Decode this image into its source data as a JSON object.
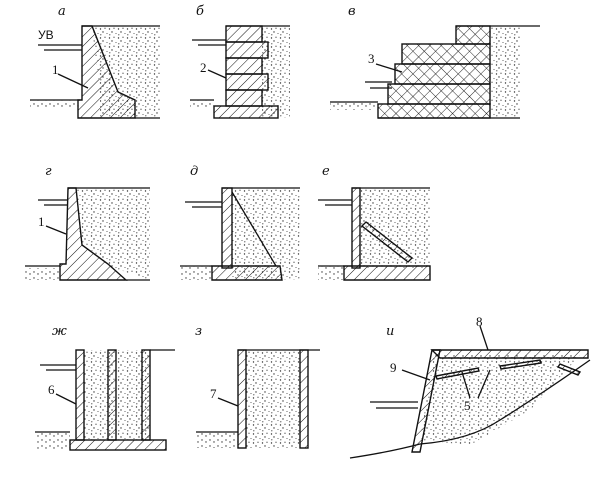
{
  "panels": {
    "a": {
      "letter": "а",
      "water_label": "УВ",
      "callouts": [
        "1"
      ]
    },
    "b": {
      "letter": "б",
      "callouts": [
        "2"
      ]
    },
    "v": {
      "letter": "в",
      "callouts": [
        "3"
      ]
    },
    "g": {
      "letter": "г",
      "callouts": [
        "1"
      ]
    },
    "d": {
      "letter": "д",
      "callouts": []
    },
    "e": {
      "letter": "е",
      "callouts": []
    },
    "zh": {
      "letter": "ж",
      "callouts": [
        "6"
      ]
    },
    "z": {
      "letter": "з",
      "callouts": [
        "7"
      ]
    },
    "i": {
      "letter": "и",
      "callouts": [
        "8",
        "9",
        "5"
      ]
    }
  }
}
